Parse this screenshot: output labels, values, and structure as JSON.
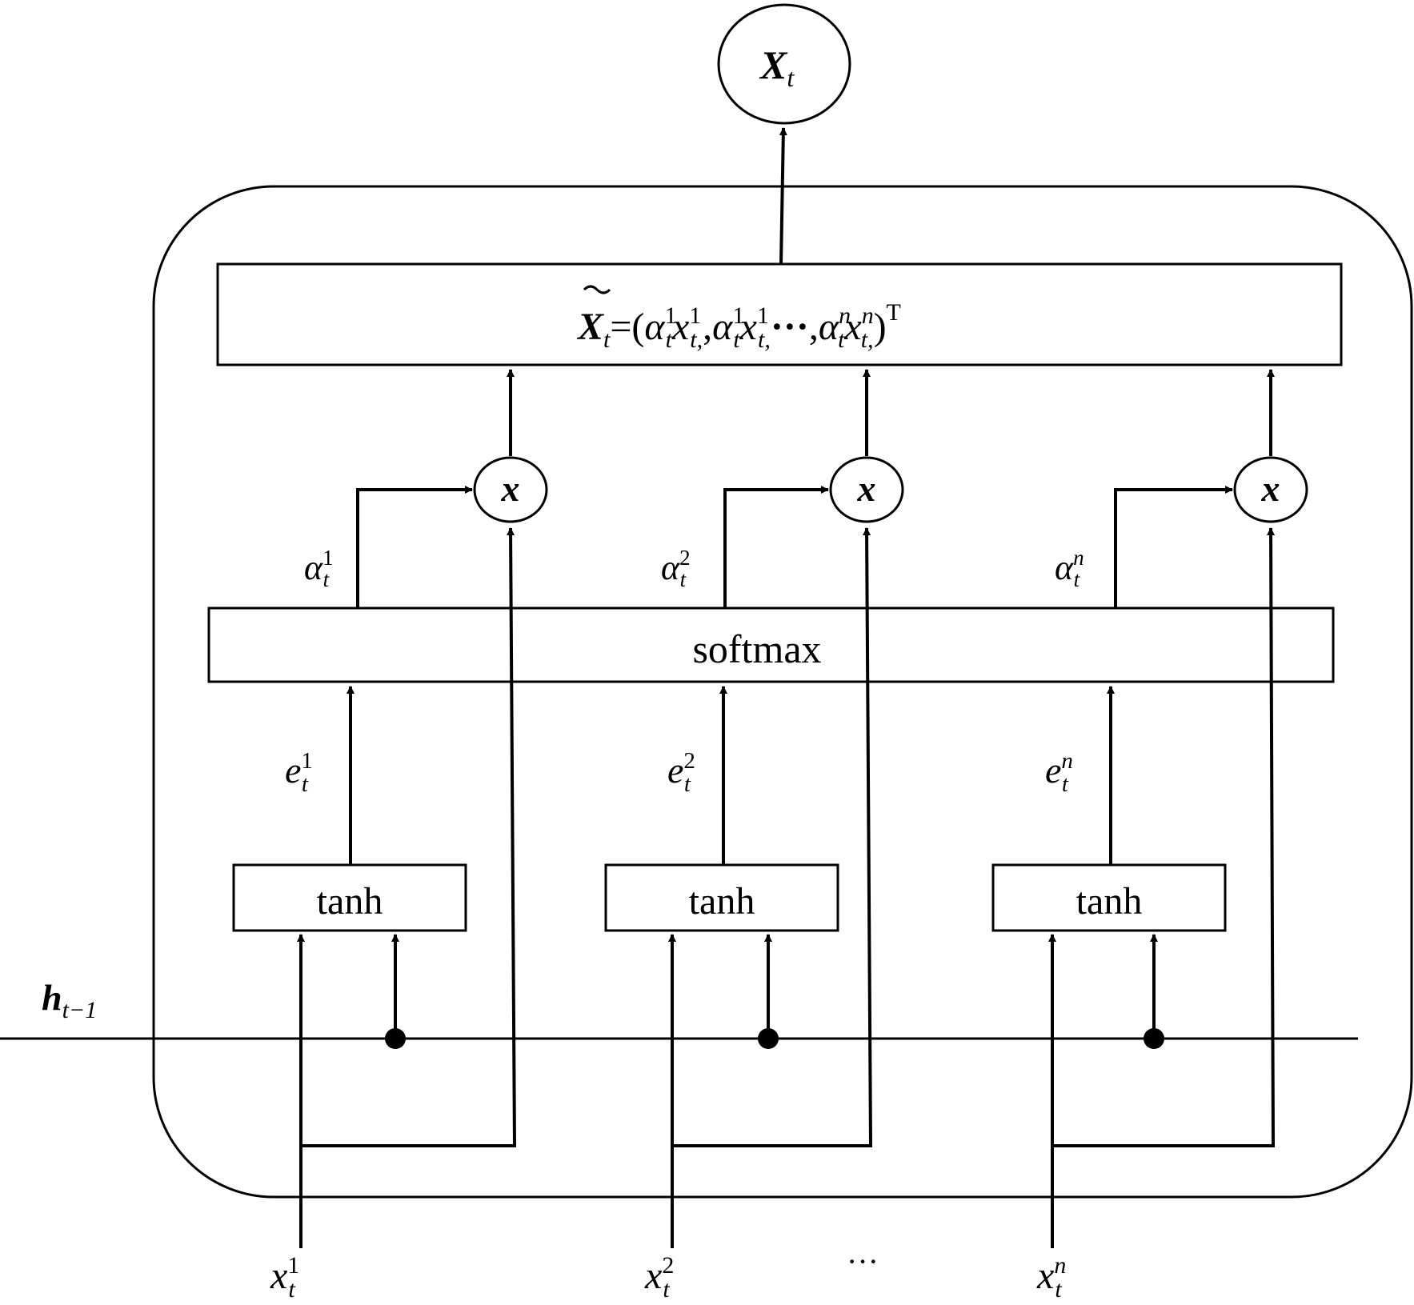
{
  "output_node": {
    "symbol": "X",
    "subscript": "t"
  },
  "weighted_vector": {
    "lhs_symbol": "X",
    "lhs_subscript": "t",
    "equals": "=(",
    "alpha": "α",
    "x": "x",
    "sup_1": "1",
    "sub_t": "t",
    "sub_t_comma": "t,",
    "sep": ",",
    "ellipsis": "···",
    "sup_n": "n",
    "close": ")",
    "transpose": "T"
  },
  "multiply_nodes": [
    {
      "label": "x"
    },
    {
      "label": "x"
    },
    {
      "label": "x"
    }
  ],
  "attention_weights": [
    {
      "symbol": "α",
      "sup": "1",
      "sub": "t"
    },
    {
      "symbol": "α",
      "sup": "2",
      "sub": "t"
    },
    {
      "symbol": "α",
      "sup": "n",
      "sub": "t"
    }
  ],
  "softmax_label": "softmax",
  "scores": [
    {
      "symbol": "e",
      "sup": "1",
      "sub": "t"
    },
    {
      "symbol": "e",
      "sup": "2",
      "sub": "t"
    },
    {
      "symbol": "e",
      "sup": "n",
      "sub": "t"
    }
  ],
  "tanh_blocks": [
    {
      "label": "tanh"
    },
    {
      "label": "tanh"
    },
    {
      "label": "tanh"
    }
  ],
  "hidden_state": {
    "symbol": "h",
    "subscript": "t−1"
  },
  "inputs": [
    {
      "symbol": "x",
      "sup": "1",
      "sub": "t"
    },
    {
      "symbol": "x",
      "sup": "2",
      "sub": "t"
    },
    {
      "symbol": "x",
      "sup": "n",
      "sub": "t"
    }
  ],
  "inputs_ellipsis": "···",
  "colors": {
    "stroke": "#000000",
    "background": "#ffffff"
  }
}
